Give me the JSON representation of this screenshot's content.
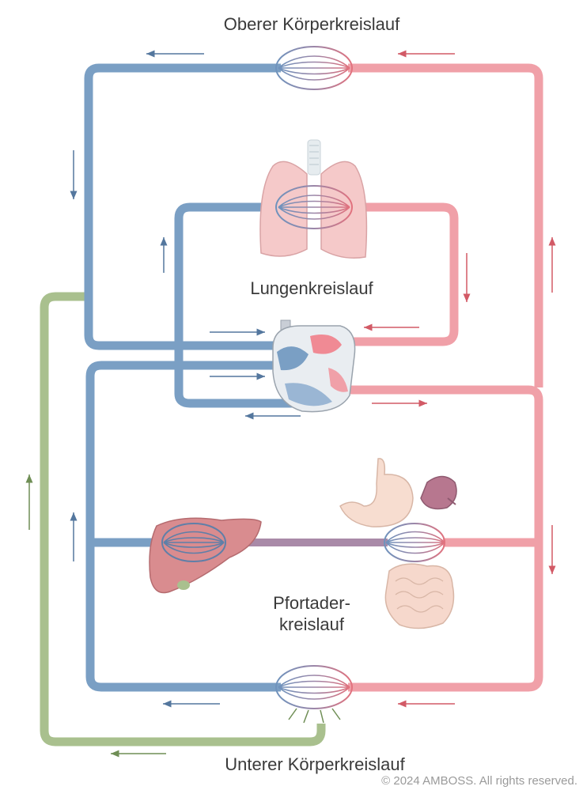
{
  "labels": {
    "upper": "Oberer Körperkreislauf",
    "pulmonary": "Lungenkreislauf",
    "portal_line1": "Pfortader-",
    "portal_line2": "kreislauf",
    "lower": "Unterer Körperkreislauf",
    "copyright": "© 2024 AMBOSS. All rights reserved."
  },
  "colors": {
    "venous": "#7a9fc4",
    "venous_dark": "#54779e",
    "arterial": "#f0a0a8",
    "arterial_dark": "#d25a66",
    "portal": "#a98aa8",
    "lymph": "#a9c08e",
    "lymph_dark": "#6f8e55",
    "organ_pink": "#f5c9c9",
    "liver": "#d98c8f",
    "stomach": "#f7ddd0",
    "spleen": "#b7778f",
    "intestine": "#f6d8cc",
    "heart_grey": "#c9ced6"
  }
}
